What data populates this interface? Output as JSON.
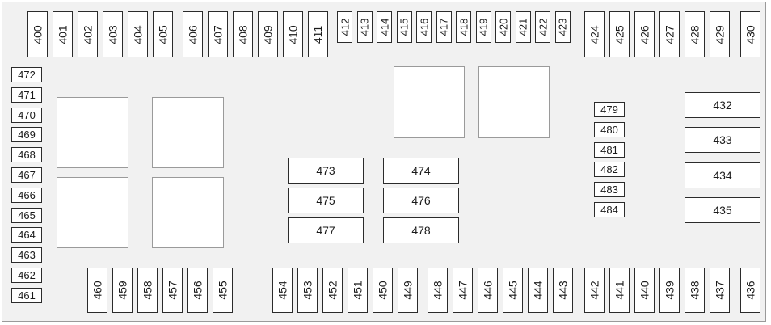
{
  "fuses": {
    "top_big": [
      "400",
      "401",
      "402",
      "403",
      "404",
      "405",
      "406",
      "407",
      "408",
      "409",
      "410",
      "411",
      "424",
      "425",
      "426",
      "427",
      "428",
      "429",
      "430"
    ],
    "top_small": [
      "412",
      "413",
      "414",
      "415",
      "416",
      "417",
      "418",
      "419",
      "420",
      "421",
      "422",
      "423"
    ],
    "right_wide": [
      "432",
      "433",
      "434",
      "435"
    ],
    "bottom": [
      "460",
      "459",
      "458",
      "457",
      "456",
      "455",
      "454",
      "453",
      "452",
      "451",
      "450",
      "449",
      "448",
      "447",
      "446",
      "445",
      "444",
      "443",
      "442",
      "441",
      "440",
      "439",
      "438",
      "437",
      "436"
    ],
    "left_column": [
      "472",
      "471",
      "470",
      "469",
      "468",
      "467",
      "466",
      "465",
      "464",
      "463",
      "462",
      "461"
    ],
    "center_wide": [
      "473",
      "474",
      "475",
      "476",
      "477",
      "478"
    ],
    "right_small_column": [
      "479",
      "480",
      "481",
      "482",
      "483",
      "484"
    ]
  }
}
